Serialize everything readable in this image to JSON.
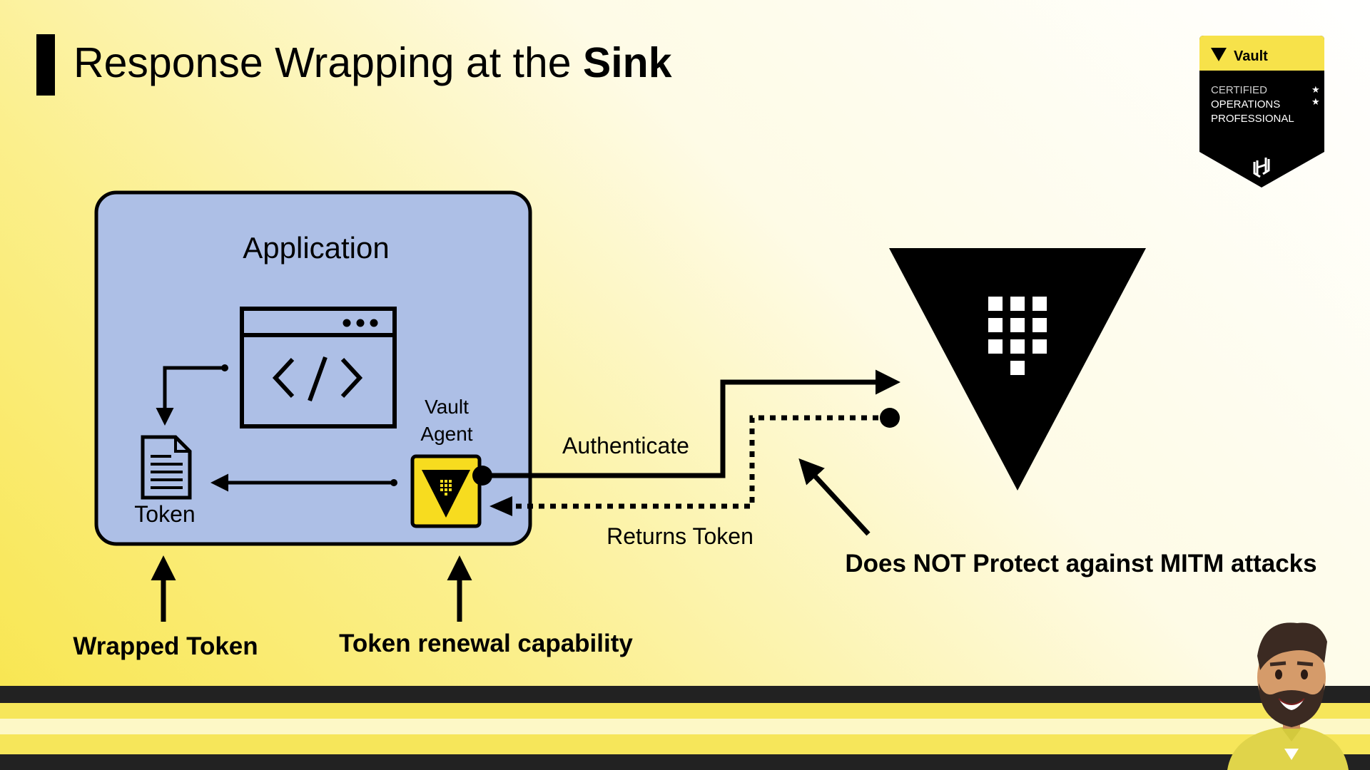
{
  "slide": {
    "title_regular": "Response Wrapping at the ",
    "title_bold": "Sink"
  },
  "badge": {
    "brand": "Vault",
    "line1": "CERTIFIED",
    "line2": "OPERATIONS",
    "line3": "PROFESSIONAL",
    "colors": {
      "header": "#f7e24a",
      "body": "#000000"
    }
  },
  "application": {
    "label": "Application",
    "token_label": "Token",
    "agent_label_line1": "Vault",
    "agent_label_line2": "Agent",
    "box_fill": "#adbfe6"
  },
  "flow": {
    "authenticate": "Authenticate",
    "returns_token": "Returns Token"
  },
  "callouts": {
    "wrapped_token": "Wrapped Token",
    "token_renewal": "Token renewal capability",
    "mitm": "Does NOT Protect against MITM attacks"
  },
  "icons": {
    "vault": "vault-logo-icon",
    "code_window": "code-window-icon",
    "token_doc": "document-icon",
    "hashicorp": "hashicorp-logo-icon",
    "presenter": "presenter-avatar"
  },
  "colors": {
    "accent_yellow": "#f7dc1f",
    "dark": "#222222"
  }
}
